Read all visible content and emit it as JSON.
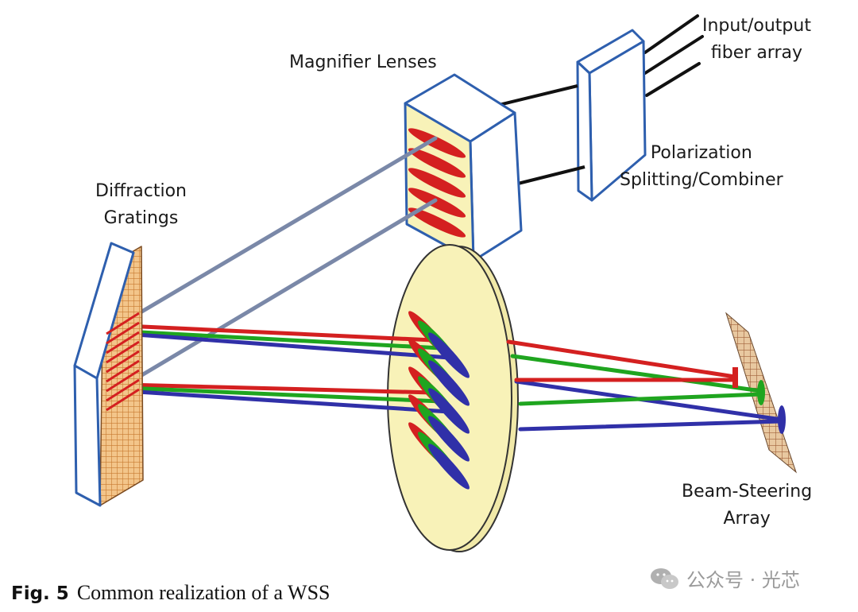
{
  "labels": {
    "input_output": "Input/output",
    "fiber_array": "fiber array",
    "magnifier": "Magnifier Lenses",
    "polarization": "Polarization",
    "splitting": "Splitting/Combiner",
    "diffraction": "Diffraction",
    "gratings": "Gratings",
    "beam_steering": "Beam-Steering",
    "array": "Array"
  },
  "caption": {
    "fig_label": "Fig. 5",
    "text": "Common realization of a WSS"
  },
  "watermark": {
    "text": "公众号 · 光芯",
    "icon": "wechat-icon"
  },
  "colors": {
    "outline_blue": "#2e5fae",
    "beam_red": "#d42020",
    "beam_green": "#1fa51f",
    "beam_blue": "#3030a8",
    "beam_gray": "#7080a0",
    "lens_yellow": "#f8f2b8",
    "grating_orange": "#e8a050"
  }
}
